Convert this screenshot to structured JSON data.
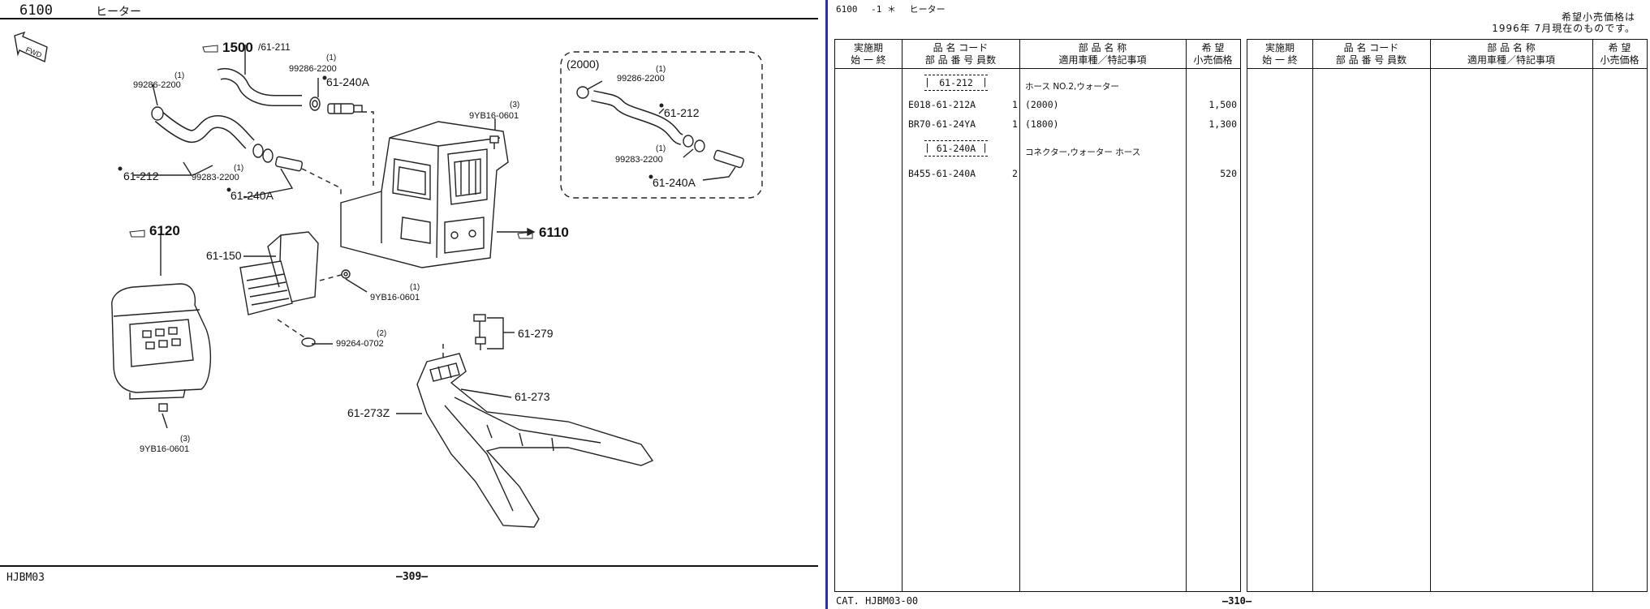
{
  "left_page": {
    "section_code": "6100",
    "section_title": "ヒーター",
    "catalog_code": "HJBM03",
    "page_number": "—309—",
    "callouts": {
      "group_1500": "1500",
      "group_1500_sub": "/61-211",
      "group_6120": "6120",
      "group_6110": "6110",
      "q1": "(1)",
      "q2": "(2)",
      "q3": "(3)",
      "p_99286_2200": "99286-2200",
      "p_61_240A": "61-240A",
      "p_9YB16_0601": "9YB16-0601",
      "p_61_212": "61-212",
      "p_99283_2200": "99283-2200",
      "p_61_150": "61-150",
      "p_99264_0702": "99264-0702",
      "p_61_279": "61-279",
      "p_61_273": "61-273",
      "p_61_273Z": "61-273Z",
      "inset_label": "(2000)",
      "fwd": "FWD"
    }
  },
  "right_page": {
    "header_code": "6100",
    "header_sub": "-1 ＊",
    "header_title": "ヒーター",
    "note_line1": "希望小売価格は",
    "note_line2": "1996年 7月現在のものです。",
    "columns": {
      "period_1": "実施期",
      "period_2": "始 一 終",
      "code_1": "品 名 コード",
      "code_2": "部 品 番 号  員数",
      "name_1": "部 品 名 称",
      "name_2": "適用車種／特記事項",
      "price_1": "希 望",
      "price_2": "小売価格"
    },
    "groups": [
      {
        "code": "61-212",
        "name": "ホース NO.2,ウォーター",
        "rows": [
          {
            "part_no": "E018-61-212A",
            "qty": "1",
            "note": "(2000)",
            "price": "1,500"
          },
          {
            "part_no": "BR70-61-24YA",
            "qty": "1",
            "note": "(1800)",
            "price": "1,300"
          }
        ]
      },
      {
        "code": "61-240A",
        "name": "コネクター,ウォーター ホース",
        "rows": [
          {
            "part_no": "B455-61-240A",
            "qty": "2",
            "note": "",
            "price": "520"
          }
        ]
      }
    ],
    "catalog": "CAT. HJBM03-00",
    "page_number": "—310—"
  }
}
